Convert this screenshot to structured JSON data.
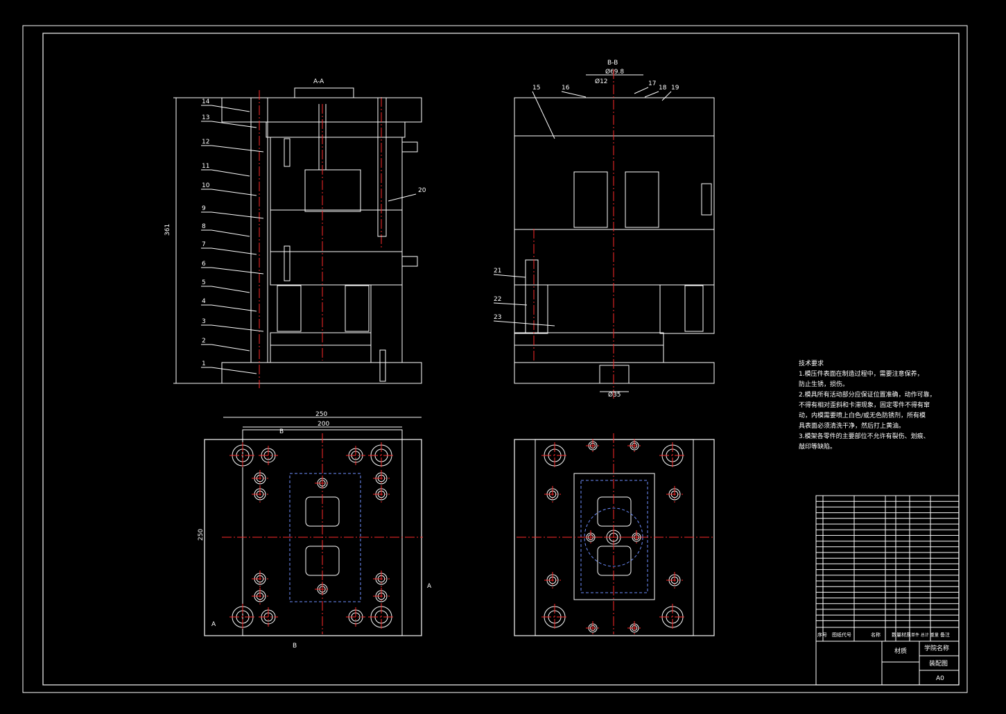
{
  "views": {
    "section_aa": {
      "title": "A-A",
      "height_dim": "361"
    },
    "section_bb": {
      "title": "B-B",
      "dia_top": "Ø69.8",
      "dia_small": "Ø12",
      "dia_bottom": "Ø35"
    },
    "bottom_left": {
      "dim_w1": "250",
      "dim_w2": "200",
      "dim_h": "250",
      "cut_a": "A",
      "cut_b": "B"
    }
  },
  "part_labels_aa": [
    "14",
    "13",
    "12",
    "11",
    "10",
    "9",
    "8",
    "7",
    "6",
    "5",
    "4",
    "3",
    "2",
    "1",
    "20"
  ],
  "part_labels_bb": [
    "15",
    "16",
    "17",
    "18",
    "19",
    "21",
    "22",
    "23"
  ],
  "tech_requirements": {
    "heading": "技术要求",
    "lines": [
      "1.模压件表面在制造过程中，需要注意保养，",
      "防止生锈，损伤。",
      "2.模具所有活动部分应保证位置准确，动作可靠，",
      "不得有相对歪斜和卡滞现象，固定零件不得有窜",
      "动，内模需要喷上白色/或无色防锈剂，所有模",
      "具表面必须清洗干净，然后打上黄油。",
      "3.模架各零件的主要部位不允许有裂伤、划痕、",
      "敲印等缺陷。"
    ]
  },
  "title_block": {
    "material_label": "材质",
    "school_label": "学院名称",
    "drawing_name": "装配图",
    "sheet_size": "A0",
    "col_no": "序号",
    "col_code": "图纸代号",
    "col_name": "名称",
    "col_qty": "数量",
    "col_mat": "材质",
    "col_weight": "单件 总计 重量",
    "col_note": "备注"
  },
  "colors": {
    "background": "#000000",
    "lines": "#ffffff",
    "centerline": "#ff2a2a",
    "hidden": "#6f8fff"
  }
}
